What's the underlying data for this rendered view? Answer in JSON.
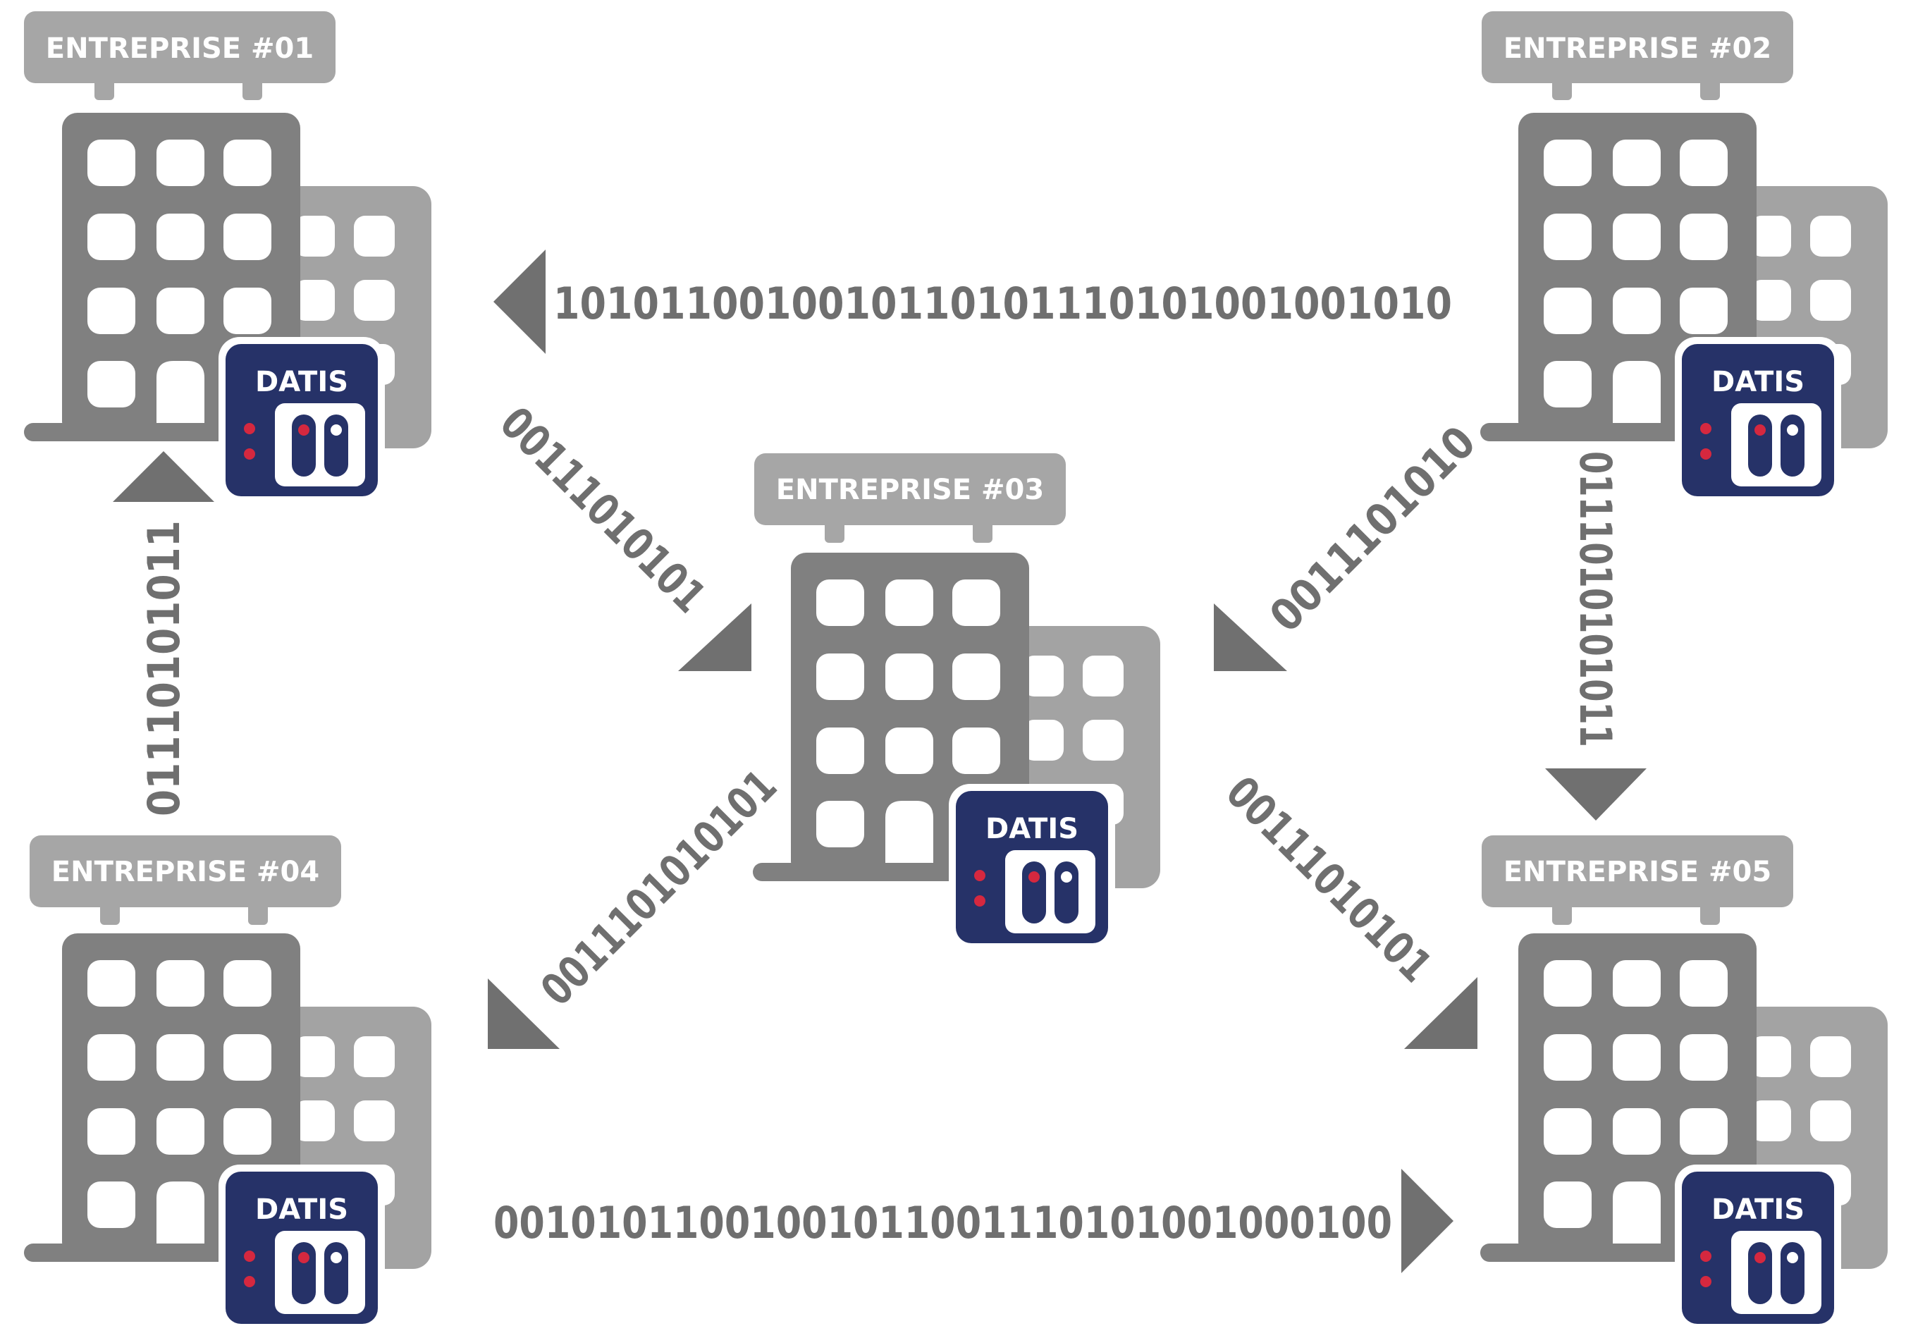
{
  "colors": {
    "building_dark": "#808080",
    "building_light": "#a3a3a3",
    "sign": "#a6a6a6",
    "arrow": "#707070",
    "text": "#6f6f6f",
    "logo_bg": "#263268",
    "accent_red": "#d5283f"
  },
  "logo_text": "DATIS",
  "companies": {
    "e1": {
      "label": "ENTREPRISE #01"
    },
    "e2": {
      "label": "ENTREPRISE #02"
    },
    "e3": {
      "label": "ENTREPRISE #03"
    },
    "e4": {
      "label": "ENTREPRISE #04"
    },
    "e5": {
      "label": "ENTREPRISE #05"
    }
  },
  "flows": {
    "e2_to_e1": "1010110010010110101110101001001010",
    "e1_to_e3": "00111010101",
    "e2_to_e3": "0011101010",
    "e2_to_e5": "0111010101011",
    "e4_to_e1": "01110101011",
    "e3_to_e4": "0011101010101",
    "e3_to_e5": "00111010101",
    "e4_to_e5": "00101011001001011001110101001000100"
  },
  "icons": {
    "building": "office-building-icon",
    "server": "datis-server-icon",
    "arrow": "triangle-arrow-icon"
  }
}
